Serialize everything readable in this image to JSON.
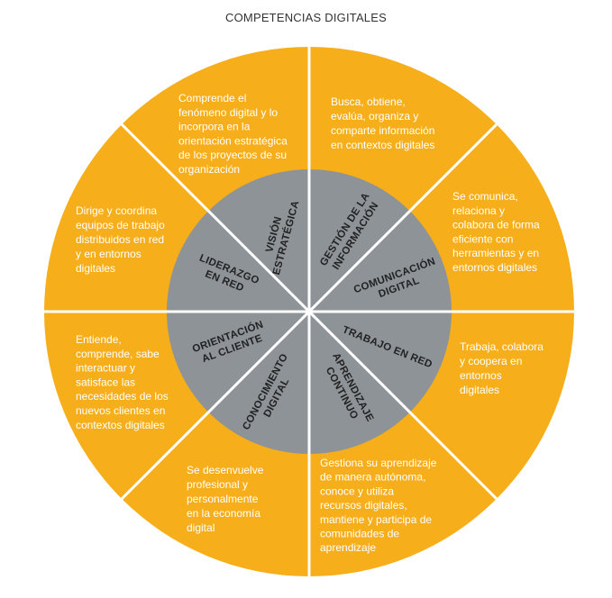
{
  "title": "COMPETENCIAS DIGITALES",
  "colors": {
    "outer": "#F7AE1B",
    "inner": "#8E9397",
    "divider": "#ffffff",
    "inner_text": "#222222",
    "outer_text": "#ffffff"
  },
  "competencies": [
    {
      "id": "vision-estrategica",
      "label": [
        "VISIÓN",
        "ESTRATÉGICA"
      ],
      "description": [
        "Comprende el",
        "fenómeno digital y lo",
        "incorpora en la",
        "orientación estratégica",
        "de los proyectos de su",
        "organización"
      ]
    },
    {
      "id": "gestion-informacion",
      "label": [
        "GESTIÓN DE LA",
        "INFORMACIÓN"
      ],
      "description": [
        "Busca, obtiene,",
        "evalúa, organiza y",
        "comparte información",
        "en contextos digitales"
      ]
    },
    {
      "id": "comunicacion-digital",
      "label": [
        "COMUNICACIÓN",
        "DIGITAL"
      ],
      "description": [
        "Se comunica,",
        "relaciona y",
        "colabora de forma",
        "eficiente con",
        "herramientas y en",
        "entornos digitales"
      ]
    },
    {
      "id": "trabajo-en-red",
      "label": [
        "TRABAJO EN RED"
      ],
      "description": [
        "Trabaja, colabora",
        "y coopera en",
        "entornos",
        "digitales"
      ]
    },
    {
      "id": "aprendizaje-continuo",
      "label": [
        "APRENDIZAJE",
        "CONTINUO"
      ],
      "description": [
        "Gestiona su aprendizaje",
        "de manera autónoma,",
        "conoce y utiliza",
        "recursos digitales,",
        "mantiene y participa de",
        "comunidades de",
        "aprendizaje"
      ]
    },
    {
      "id": "conocimiento-digital",
      "label": [
        "CONOCIMIENTO",
        "DIGITAL"
      ],
      "description": [
        "Se desenvuelve",
        "profesional y",
        "personalmente",
        "en la economía",
        "digital"
      ]
    },
    {
      "id": "orientacion-cliente",
      "label": [
        "ORIENTACIÓN",
        "AL CLIENTE"
      ],
      "description": [
        "Entiende,",
        "comprende, sabe",
        "interactuar y",
        "satisface las",
        "necesidades de los",
        "nuevos clientes en",
        "contextos digitales"
      ]
    },
    {
      "id": "liderazgo-en-red",
      "label": [
        "LIDERAZGO",
        "EN RED"
      ],
      "description": [
        "Dirige y coordina",
        "equipos de trabajo",
        "distribuidos en red",
        "y en entornos",
        "digitales"
      ]
    }
  ]
}
